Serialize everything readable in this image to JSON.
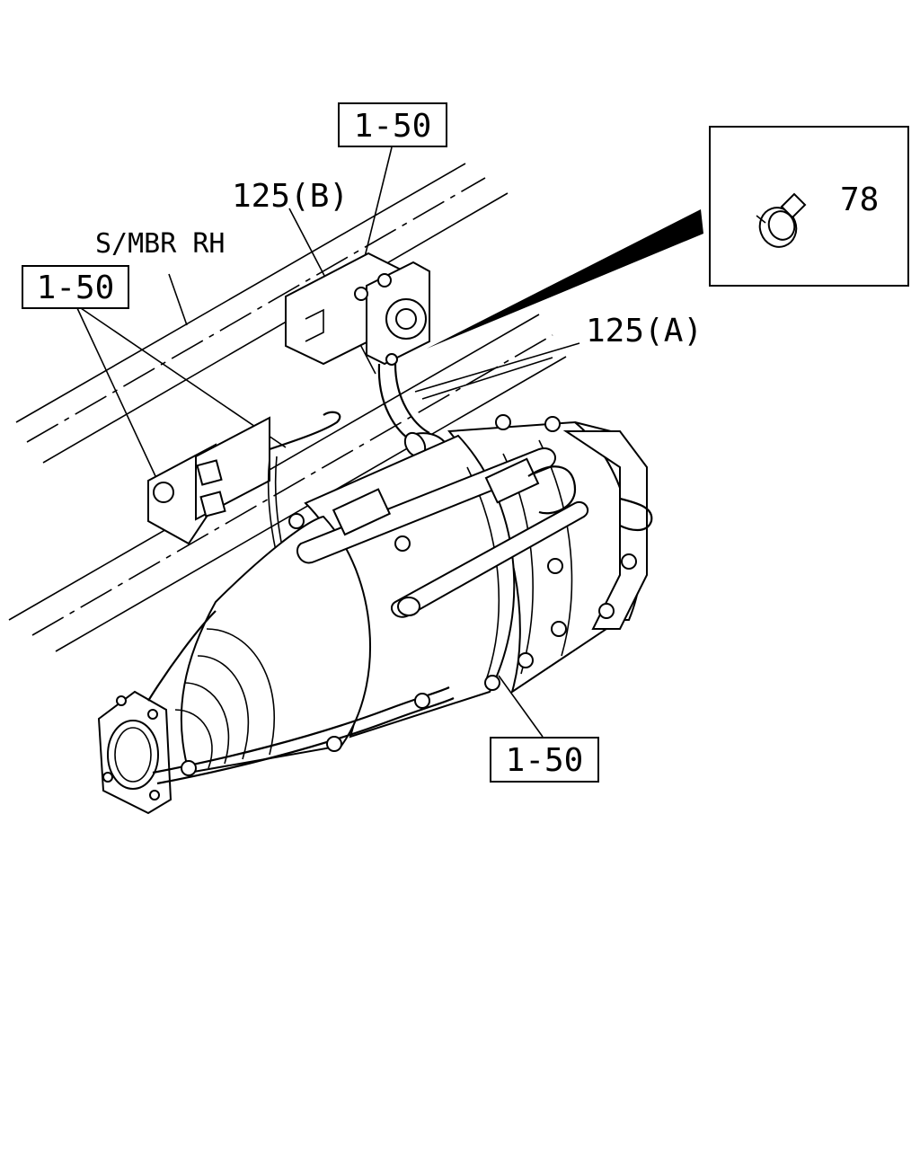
{
  "labels": {
    "ref_top": "1-50",
    "ref_left": "1-50",
    "ref_bottom": "1-50",
    "part_125b": "125(B)",
    "part_125a": "125(A)",
    "member": "S/MBR RH",
    "part_78": "78"
  }
}
